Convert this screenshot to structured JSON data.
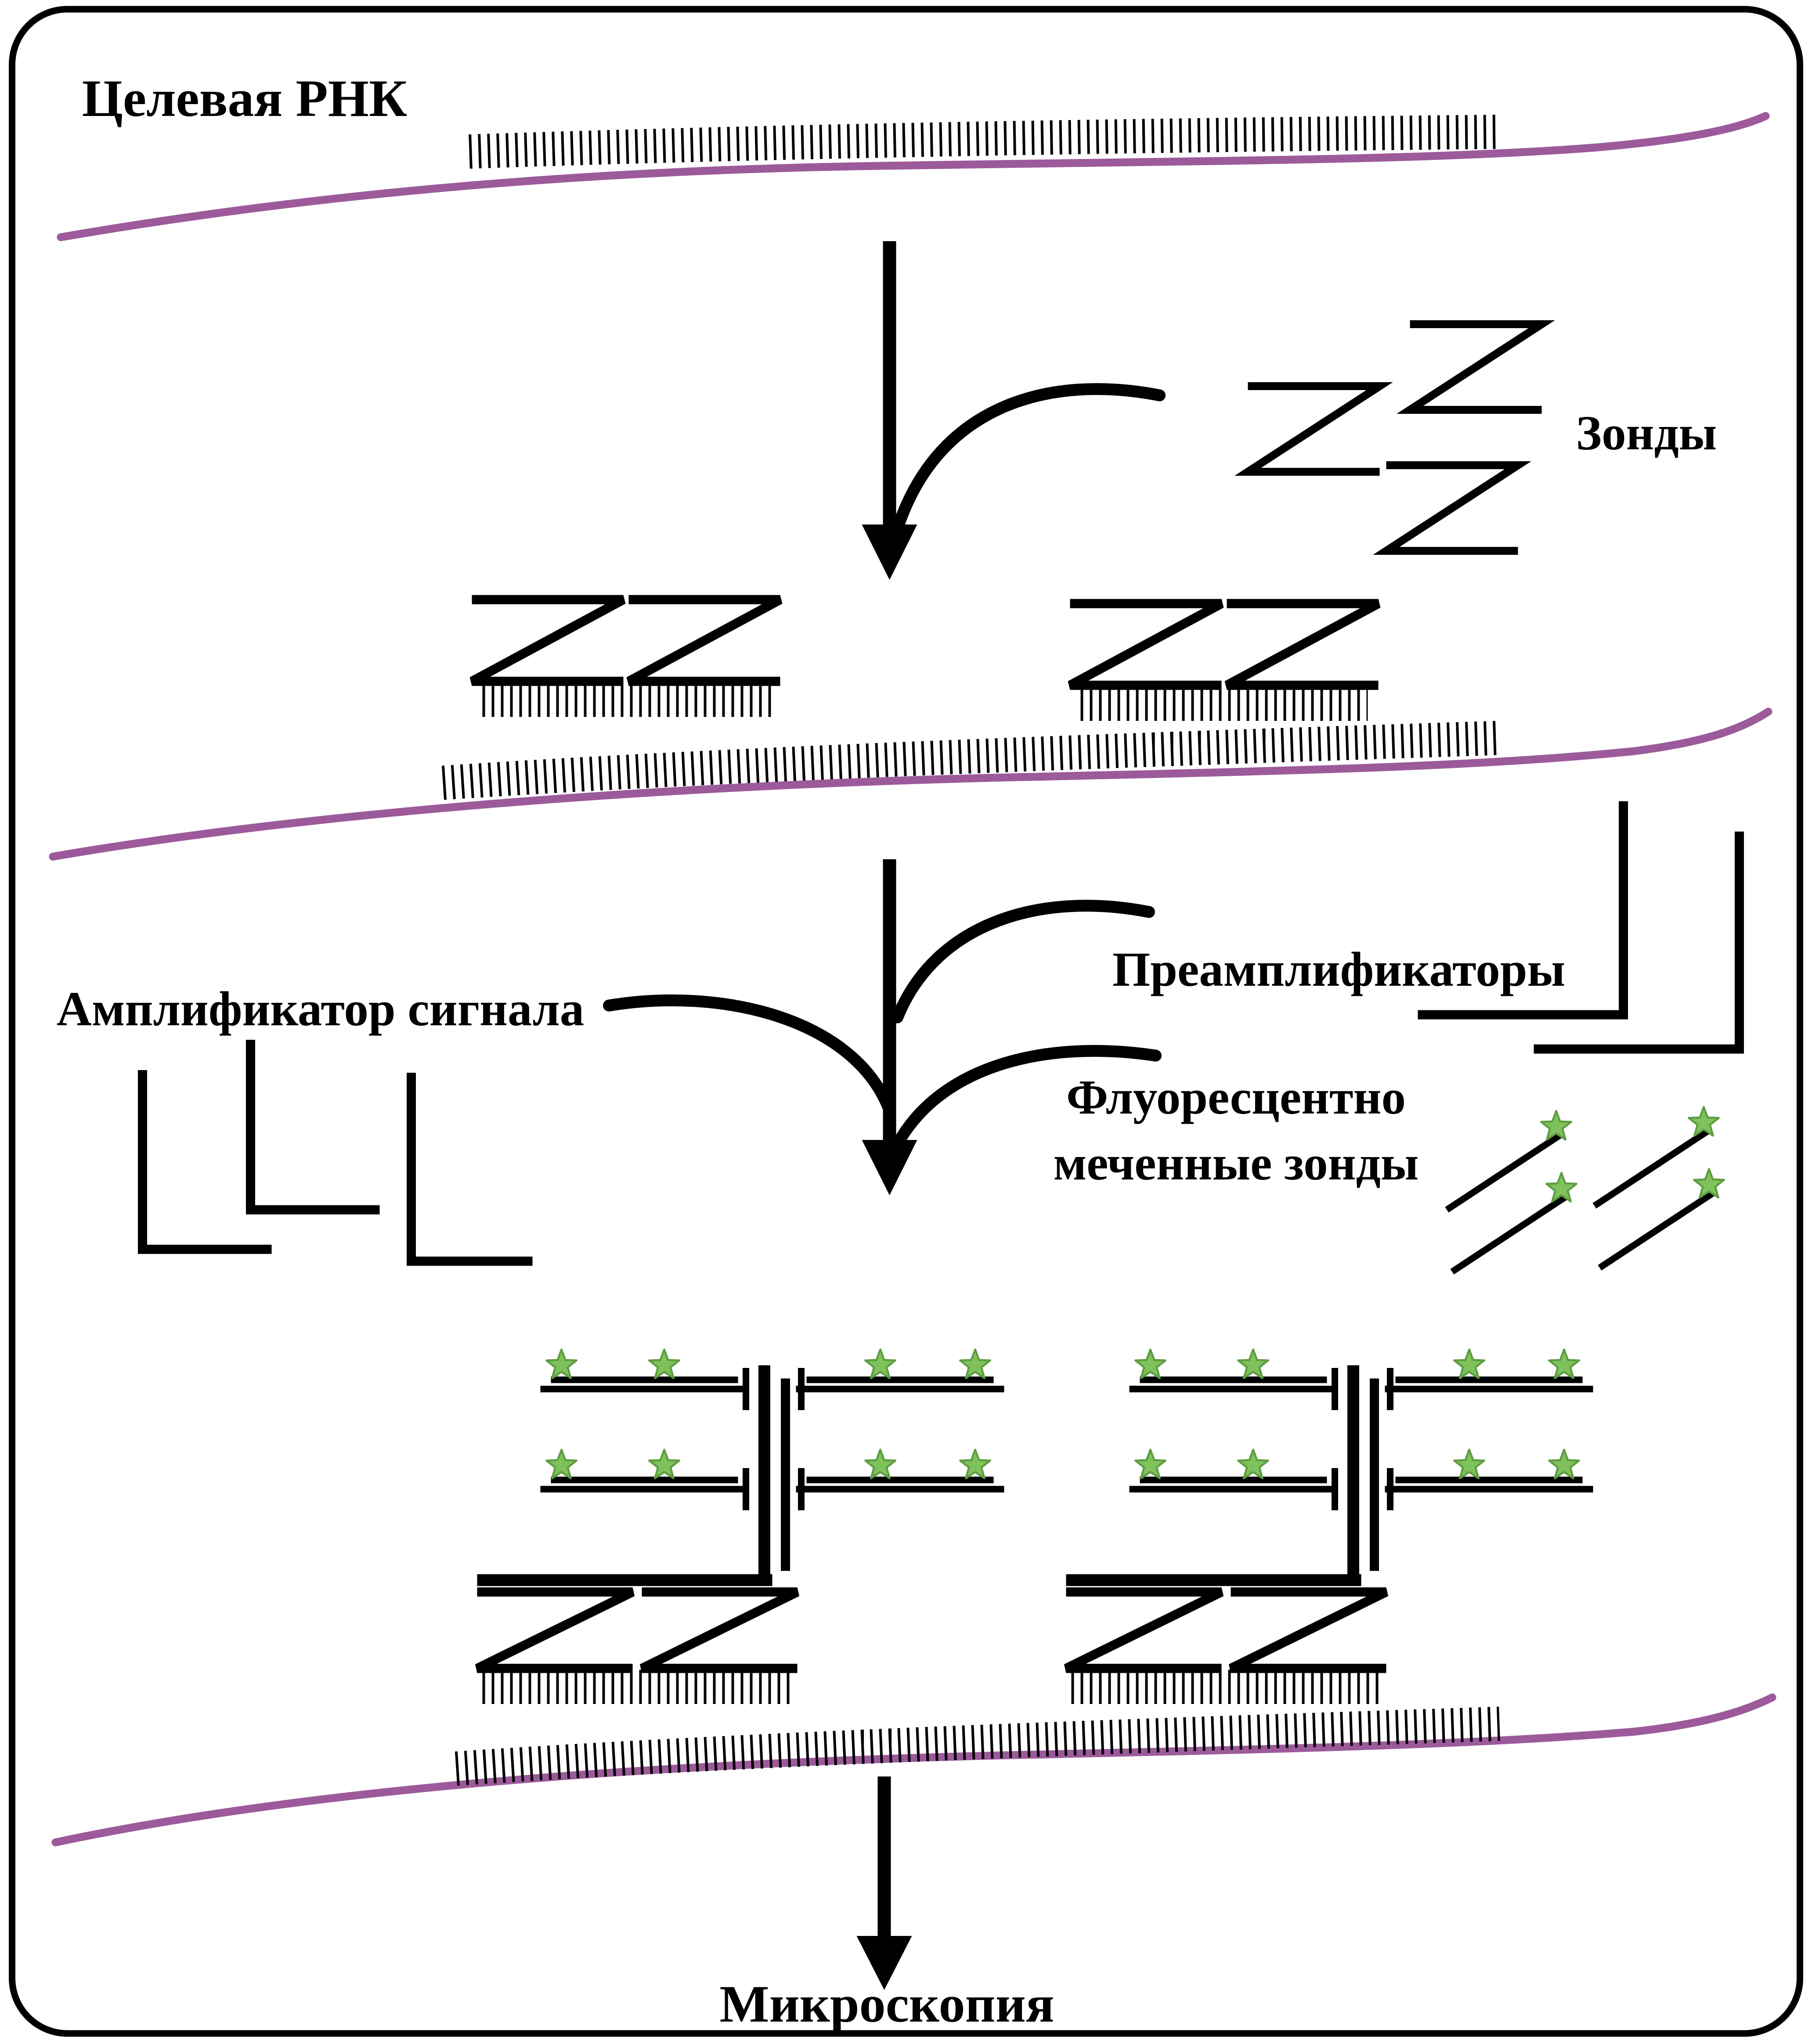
{
  "colors": {
    "rna_strand": "#9c5a9b",
    "label_purple": "#9c5a9b",
    "fluorophore_green": "#7fc25c",
    "ink": "#000000"
  },
  "labels": {
    "target_rna": "Целевая РНК",
    "probes": "Зонды",
    "preamplifiers": "Преамплификаторы",
    "signal_amplifier": "Амплификатор сигнала",
    "fluorescent_probes_line1": "Флуоресцентно",
    "fluorescent_probes_line2": "меченные  зонды",
    "microscopy": "Микроскопия"
  }
}
